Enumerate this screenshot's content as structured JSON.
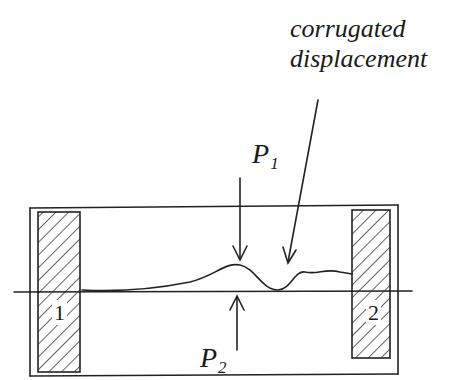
{
  "diagram": {
    "labels": [
      "P₁",
      "P₂",
      "1",
      "2",
      "corrugated displacement"
    ]
  }
}
